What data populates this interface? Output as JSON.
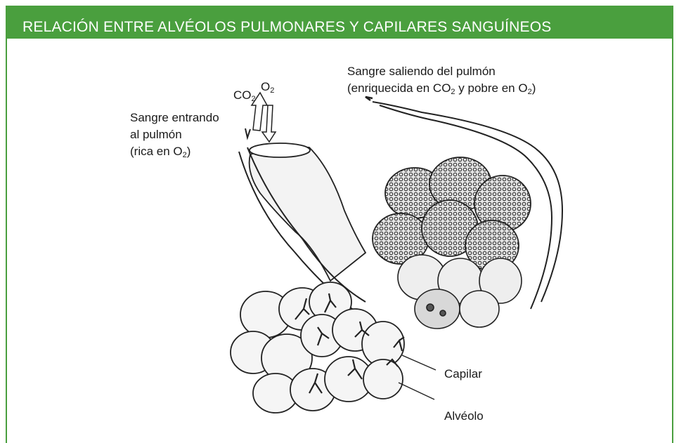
{
  "header": {
    "title": "RELACIÓN ENTRE ALVÉOLOS PULMONARES Y CAPILARES SANGUÍNEOS"
  },
  "diagram": {
    "co2_label": {
      "main": "CO",
      "sub": "2"
    },
    "o2_label": {
      "main": "O",
      "sub": "2"
    },
    "blood_in": {
      "line1": "Sangre entrando",
      "line2": "al pulmón",
      "line3_pre": "(rica en O",
      "line3_sub": "2",
      "line3_post": ")"
    },
    "blood_out": {
      "line1": "Sangre saliendo del pulmón",
      "line2_a": "(enriquecida en CO",
      "line2_sub1": "2",
      "line2_b": " y pobre en O",
      "line2_sub2": "2",
      "line2_c": ")"
    },
    "capilar_label": "Capilar",
    "alveolo_label": "Alvéolo"
  },
  "colors": {
    "accent": "#4a9f3e",
    "ink": "#1a1a1a"
  }
}
